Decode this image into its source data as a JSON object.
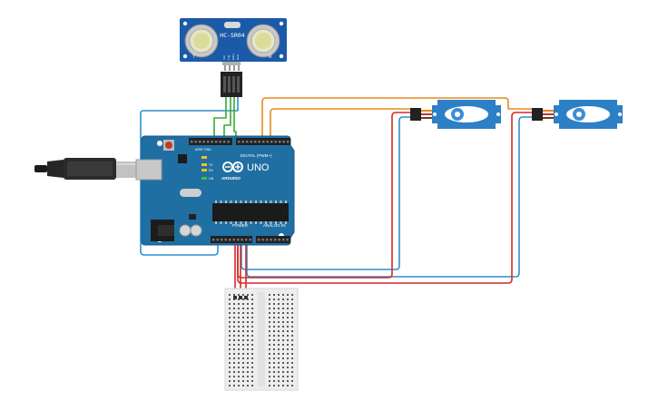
{
  "sensor": {
    "model": "HC-SR04",
    "pin_labels": [
      "Vcc",
      "Trig",
      "Echo",
      "Gnd"
    ],
    "corner_left": "T",
    "corner_right": "R"
  },
  "arduino": {
    "logo_text": "ARDUINO",
    "model_text": "UNO",
    "digital_header_label": "DIGITAL (PWM~)",
    "power_label": "POWER",
    "analog_label": "ANALOG IN",
    "led_labels": [
      "TX",
      "RX"
    ],
    "on_label": "ON",
    "aref_label": "AREF",
    "gnd_label": "GND"
  },
  "wire_colors": {
    "signal_orange": "#e58a1f",
    "ground_blue": "#2f8fce",
    "power_red": "#d42a2a",
    "sensor_green": "#3aa832"
  },
  "colors": {
    "board": "#1f6fa3",
    "board_edge": "#185b87",
    "sensor_board": "#1a5aa8",
    "servo_body": "#2d7fc6",
    "header": "#222222",
    "breadboard": "#ededed"
  }
}
